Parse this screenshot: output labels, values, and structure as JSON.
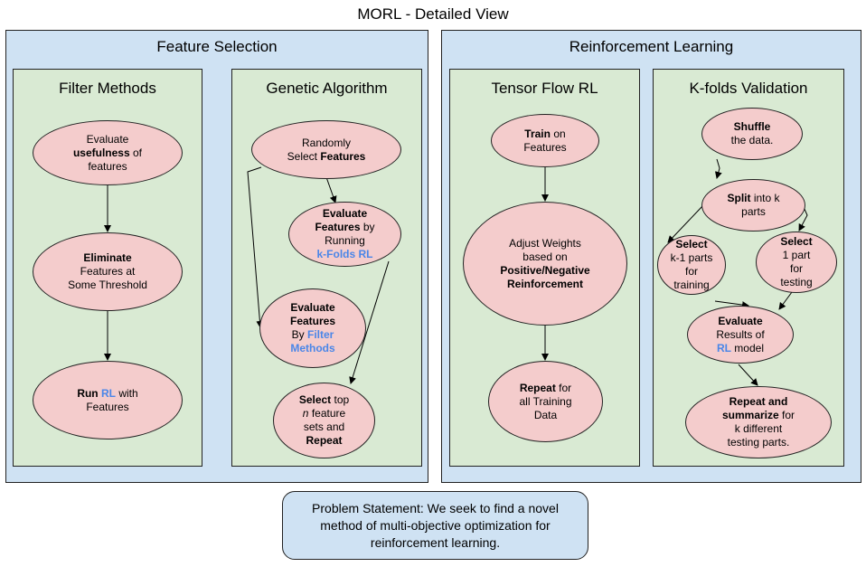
{
  "title": "MORL - Detailed View",
  "panels": {
    "feature_selection": "Feature Selection",
    "reinforcement_learning": "Reinforcement Learning"
  },
  "subpanels": {
    "filter_methods": "Filter Methods",
    "genetic_algorithm": "Genetic Algorithm",
    "tensor_flow_rl": "Tensor Flow RL",
    "kfolds_validation": "K-folds Validation"
  },
  "nodes": {
    "evaluate_usefulness": {
      "a": "Evaluate",
      "b": "usefulness",
      "c": " of",
      "d": "features"
    },
    "eliminate": {
      "a": "Eliminate",
      "b": "Features at",
      "c": "Some Threshold"
    },
    "run_rl": {
      "a": "Run ",
      "b": "RL",
      "c": " with",
      "d": "Features"
    },
    "randomly_select": {
      "a": "Randomly",
      "b": "Select ",
      "c": "Features"
    },
    "evaluate_kfolds": {
      "a": "Evaluate",
      "b": "Features",
      "c": " by",
      "d": "Running",
      "e": "k-Folds RL"
    },
    "evaluate_filter": {
      "a": "Evaluate",
      "b": "Features",
      "c": "By ",
      "d": "Filter",
      "e": "Methods"
    },
    "select_top": {
      "a": "Select",
      "b": " top",
      "c": "n",
      "d": " feature",
      "e": "sets and",
      "f": "Repeat"
    },
    "train": {
      "a": "Train",
      "b": " on",
      "c": "Features"
    },
    "adjust_weights": {
      "a": "Adjust Weights",
      "b": "based on",
      "c": "Positive/Negative",
      "d": "Reinforcement"
    },
    "repeat_training": {
      "a": "Repeat",
      "b": " for",
      "c": "all Training",
      "d": "Data"
    },
    "shuffle": {
      "a": "Shuffle",
      "b": "the data."
    },
    "split": {
      "a": "Split",
      "b": " into k",
      "c": "parts"
    },
    "select_k1": {
      "a": "Select",
      "b": "k-1 parts",
      "c": "for",
      "d": "training"
    },
    "select_1part": {
      "a": "Select",
      "b": "1 part",
      "c": "for",
      "d": "testing"
    },
    "evaluate_results": {
      "a": "Evaluate",
      "b": "Results of",
      "c": "RL",
      "d": " model"
    },
    "repeat_summarize": {
      "a": "Repeat and",
      "b": "summarize",
      "c": " for",
      "d": "k different",
      "e": "testing parts."
    }
  },
  "problem_statement": "Problem Statement: We seek to find a novel method of multi-objective optimization for reinforcement learning.",
  "colors": {
    "panel": "#cfe2f3",
    "subpanel": "#d9ead3",
    "node": "#f4cccc",
    "highlight": "#4a86e8"
  }
}
